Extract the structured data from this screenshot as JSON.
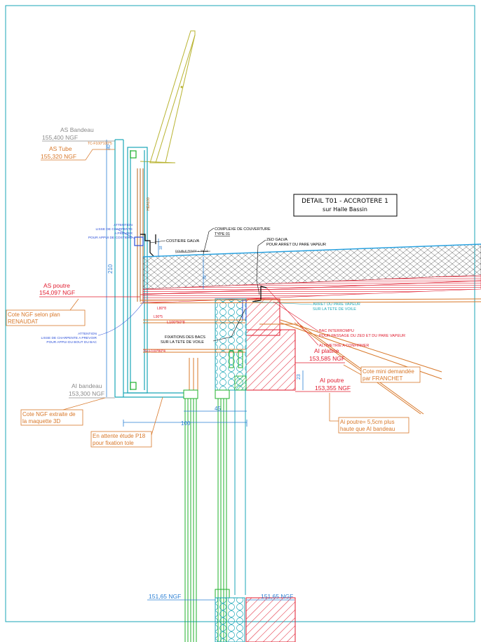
{
  "title": {
    "line1": "DETAIL  T01 - ACCROTERE 1",
    "line2": "sur Halle Bassin"
  },
  "levels": {
    "as_bandeau_label": "AS Bandeau",
    "as_bandeau_value": "155,400 NGF",
    "as_tube_label": "AS Tube",
    "as_tube_value": "155,320 NGF",
    "as_poutre_label": "AS poutre",
    "as_poutre_value": "154,097 NGF",
    "ai_bandeau_label": "AI bandeau",
    "ai_bandeau_value": "153,300 NGF",
    "ai_platine_label": "AI platine",
    "ai_platine_value": "153,585 NGF",
    "ai_poutre_label": "AI poutre",
    "ai_poutre_value": "153,355 NGF",
    "bottom_left_value": "151,65 NGF",
    "bottom_right_value": "151,65 NGF"
  },
  "notes": {
    "cote_ngf_plan_1": "Cote NGF selon plan",
    "cote_ngf_plan_2": "RENAUDAT",
    "cote_ngf_maquette_1": "Cote NGF extraite de",
    "cote_ngf_maquette_2": "la maquette 3D",
    "attente_1": "En attente étude P18",
    "attente_2": "pour fixation tole",
    "cote_mini_1": "Cote mini demandée",
    "cote_mini_2": "par FRANCHET",
    "ai_poutre_note_1": "Ai poutre= 5,5cm plus",
    "ai_poutre_note_2": "haute que AI bandeau"
  },
  "callouts": {
    "complexe_1": "COMPLEXE DE COUVERTURE",
    "complexe_2": "TYPE 01",
    "costiere": "COSTIERE GALVA",
    "zed_1": "ZED GALVA",
    "zed_2": "POUR ARRET DU PARE VAPEUR",
    "attention1_1": "ATTENTION",
    "attention1_2": "LISSE DE CHARPENTE",
    "attention1_3": "A PREVOIR",
    "attention1_4": "POUR APPUI DE COSTIERE",
    "attention2_1": "ATTENTION",
    "attention2_2": "LISSE DE CHARPENTE A PREVOIR",
    "attention2_3": "POUR APPUI DU BOUT DU BAC",
    "arret_pv_1": "ARRET DU PARE VAPEUR",
    "arret_pv_2": "SUR LA TETE DE VOILE",
    "bac_1": "BAC  INTERROMPU",
    "bac_2": "POUR PASSAGE DU ZED ET DU PARE VAPEUR",
    "altimetrie": "ALTIMETRIE A CONFIRMER",
    "fixations_1": "FIXATIONS DES BACS",
    "fixations_2": "SUR LA TETE DE VOILE",
    "profile_tc": "TC-F100*100*5",
    "profile_l80": "L80*8",
    "profile_l90": "L90*5",
    "profile_l100": "L100*50*8",
    "profile_tr": "TR-F100*80*4",
    "profile_hea": "HEA100",
    "double_pente": "DOUBLE PENTE = 3%",
    "angle": "1.15"
  },
  "dimensions": {
    "d210": "210",
    "d80": "80",
    "d100": "100",
    "d45": "45",
    "d23": "23",
    "d18": "18",
    "d30": "30"
  },
  "colors": {
    "cyan": "#1aa6b7",
    "orange": "#d8782a",
    "red": "#e01b2e",
    "blue": "#2b4fd8",
    "green": "#1fb02b",
    "olive": "#b8b330",
    "grey": "#8a8a8a",
    "brown": "#b5651d"
  }
}
